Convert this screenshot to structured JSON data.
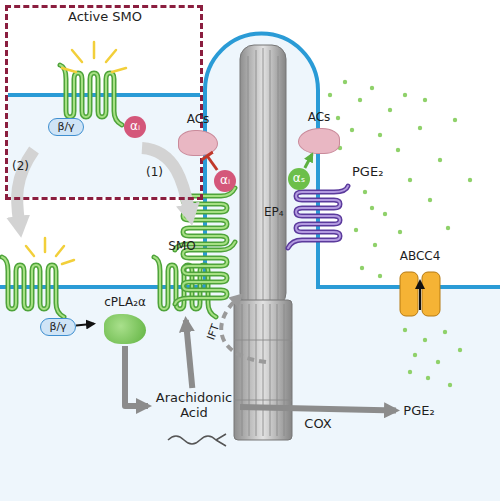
{
  "diagram": {
    "nodes": [
      {
        "text": [
          "Active SMO"
        ]
      },
      {
        "text": [
          "β/γ"
        ],
        "in": 0
      },
      {
        "text": [
          "αᵢ"
        ],
        "in": 0
      },
      {
        "text": [
          "ACs"
        ]
      },
      {
        "text": [
          "ACs"
        ]
      },
      {
        "text": [
          "αᵢ"
        ]
      },
      {
        "text": [
          "αₛ"
        ]
      },
      {
        "text": [
          "EP₄"
        ]
      },
      {
        "text": [
          "ABCC4"
        ]
      },
      {
        "text": [
          "β/γ"
        ]
      },
      {
        "text": [
          "cPLA₂α"
        ]
      },
      {
        "text": [
          "SMO"
        ]
      },
      {
        "text": [
          "Arachidonic Acid"
        ]
      },
      {
        "text": [
          "PGE₂"
        ]
      }
    ],
    "edges": [
      {
        "from": 9,
        "to": 10,
        "arrow": "to"
      },
      {
        "from": 10,
        "to": 12,
        "arrow": "to"
      },
      {
        "from": 12,
        "to": 11,
        "arrow": "to"
      },
      {
        "from": 12,
        "to": 13,
        "label": "COX",
        "arrow": "to"
      },
      {
        "from": 5,
        "to": 3,
        "arrow": "to"
      },
      {
        "from": 6,
        "to": 4,
        "arrow": "to"
      }
    ],
    "labels": [
      "(1)",
      "(2)",
      "PGE₂",
      "IFT"
    ]
  }
}
